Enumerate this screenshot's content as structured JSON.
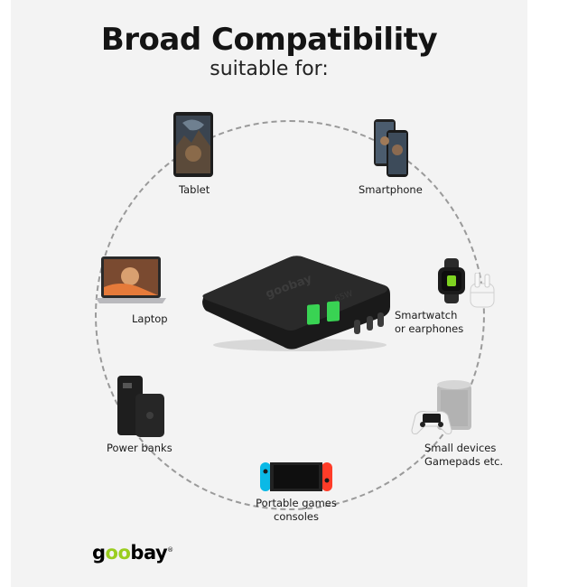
{
  "header": {
    "title": "Broad Compatibility",
    "subtitle": "suitable for:"
  },
  "devices": {
    "tablet": "Tablet",
    "smartphone": "Smartphone",
    "laptop": "Laptop",
    "smartwatch_line1": "Smartwatch",
    "smartwatch_line2": "or earphones",
    "power_banks": "Power banks",
    "small_devices_line1": "Small devices",
    "small_devices_line2": "Gamepads etc.",
    "games_line1": "Portable games",
    "games_line2": "consoles"
  },
  "charger": {
    "logo": "goobay"
  },
  "brand": {
    "name": "goobay",
    "trademark": "®"
  },
  "colors": {
    "background": "#f3f3f3",
    "ring": "#9a9a9a",
    "brand_accent": "#9acd1f",
    "charger_body": "#1c1c1c",
    "usb_port_green": "#39d353",
    "switch_left": "#0ab9e6",
    "switch_right": "#ff3c28"
  },
  "icons": [
    "tablet-icon",
    "smartphone-icon",
    "laptop-icon",
    "smartwatch-icon",
    "earbuds-icon",
    "power-bank-icon",
    "speaker-icon",
    "gamepad-icon",
    "game-console-icon",
    "charger-image"
  ]
}
